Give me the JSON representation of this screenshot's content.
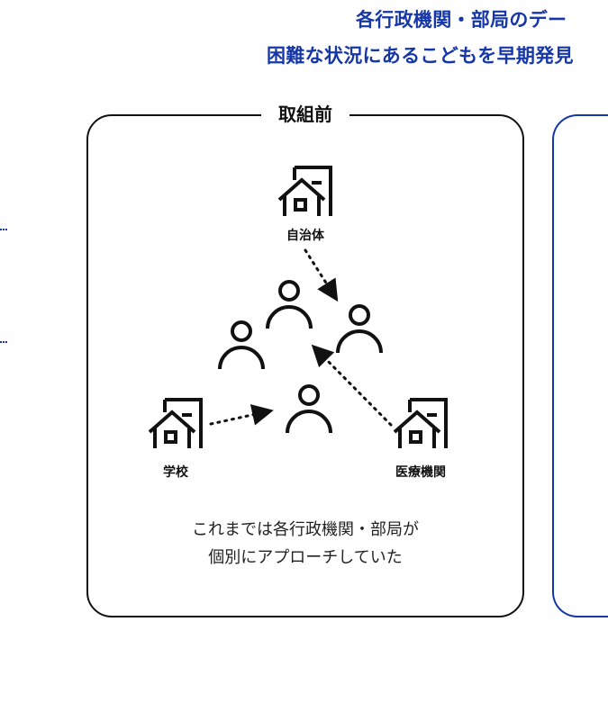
{
  "header": {
    "line1": "各行政機関・部局のデー",
    "line2": "困難な状況にあるこどもを早期発見"
  },
  "before_panel": {
    "title": "取組前",
    "nodes": [
      {
        "label": "自治体",
        "icon": "building-house-icon"
      },
      {
        "label": "学校",
        "icon": "building-house-icon"
      },
      {
        "label": "医療機関",
        "icon": "building-house-icon"
      }
    ],
    "people_icon": "person-icon",
    "caption_line1": "これまでは各行政機関・部局が",
    "caption_line2": "個別にアプローチしていた"
  },
  "colors": {
    "accent": "#1637a8",
    "ink": "#111111"
  }
}
